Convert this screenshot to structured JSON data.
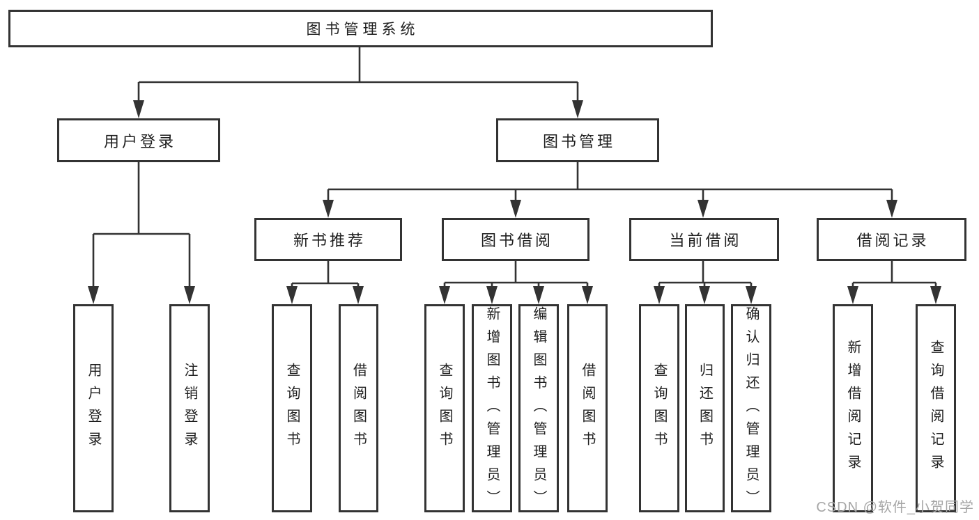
{
  "tree": {
    "label": "图书管理系统",
    "children": [
      {
        "label": "用户登录",
        "children": [
          {
            "label": "用户登录"
          },
          {
            "label": "注销登录"
          }
        ]
      },
      {
        "label": "图书管理",
        "children": [
          {
            "label": "新书推荐",
            "children": [
              {
                "label": "查询图书"
              },
              {
                "label": "借阅图书"
              }
            ]
          },
          {
            "label": "图书借阅",
            "children": [
              {
                "label": "查询图书"
              },
              {
                "label": "新增图书（管理员）"
              },
              {
                "label": "编辑图书（管理员）"
              },
              {
                "label": "借阅图书"
              }
            ]
          },
          {
            "label": "当前借阅",
            "children": [
              {
                "label": "查询图书"
              },
              {
                "label": "归还图书"
              },
              {
                "label": "确认归还（管理员）"
              }
            ]
          },
          {
            "label": "借阅记录",
            "children": [
              {
                "label": "新增借阅记录"
              },
              {
                "label": "查询借阅记录"
              }
            ]
          }
        ]
      }
    ]
  },
  "watermark": "CSDN @软件_小贺同学",
  "colors": {
    "line": "#333333",
    "text": "#1f1f1f",
    "background": "#ffffff",
    "watermark": "#a6a6a6"
  }
}
